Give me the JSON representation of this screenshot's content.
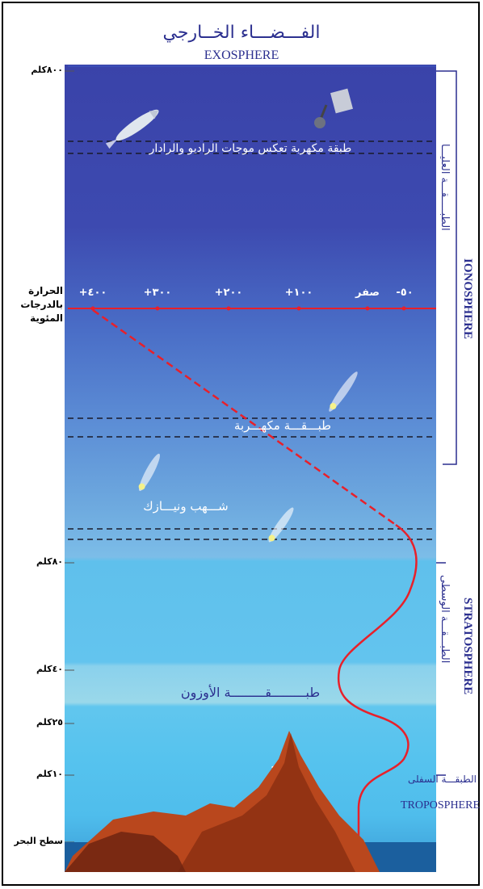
{
  "header": {
    "title_ar": "الفـــضـــاء الخــارجي",
    "title_en": "EXOSPHERE"
  },
  "altitudes": {
    "alt_800": "٨٠٠كلم",
    "alt_80": "٨٠كلم",
    "alt_40": "٤٠كلم",
    "alt_25": "٢٥كلم",
    "alt_10": "١٠كلم",
    "sea_level": "سطح البحر"
  },
  "temperature": {
    "heading": "الحرارة بالدرجات المئوية",
    "ticks": [
      "+٤٠٠",
      "+٣٠٠",
      "+٢٠٠",
      "+١٠٠",
      "صفر",
      "-٥٠"
    ]
  },
  "layers": {
    "radio_layer": "طبقة مكهربة تعكس موجات الراديو والرادار",
    "electrified_layer": "طبـــقـــة مكهـــربة",
    "meteors": "شـــهب ونيـــازك",
    "ozone": "طبـــــــــقـــــــــة الأوزون",
    "upper_layer_ar": "الطبـــــقـــة العليـــا",
    "upper_layer_en": "IONOSPHERE",
    "middle_layer_ar": "الطبـــقـــة الوسطى",
    "middle_layer_en": "STRATOSPHERE",
    "lower_layer_ar": "الطبقـــة السفلى",
    "lower_layer_en": "TROPOSPHERE"
  },
  "colors": {
    "temp_curve": "#e8202a",
    "text_blue": "#2b2f8f",
    "dashed": "#1a1a2a"
  },
  "icons": [
    "rocket-icon",
    "satellite-icon",
    "meteor-icon",
    "airplane-icon",
    "mountain-icon"
  ]
}
